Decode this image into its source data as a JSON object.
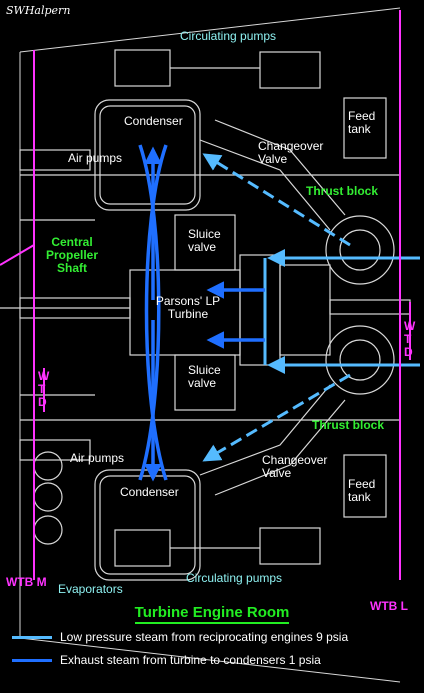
{
  "signature": "SWHalpern",
  "labels": {
    "circulating_pumps_top": "Circulating pumps",
    "circulating_pumps_bottom": "Circulating pumps",
    "condenser_top": "Condenser",
    "condenser_bottom": "Condenser",
    "feed_tank_top": "Feed tank",
    "feed_tank_bottom": "Feed tank",
    "air_pumps_top": "Air pumps",
    "air_pumps_bottom": "Air pumps",
    "changeover_valve_top": "Changeover Valve",
    "changeover_valve_bottom": "Changeover Valve",
    "thrust_block_top": "Thrust block",
    "thrust_block_bottom": "Thrust block",
    "central_propeller_shaft": "Central Propeller Shaft",
    "sluice_valve_top": "Sluice valve",
    "sluice_valve_bottom": "Sluice valve",
    "turbine": "Parsons' LP Turbine",
    "evaporators": "Evaporators",
    "wtd_left": "W T D",
    "wtd_right": "W T D",
    "wtb_m": "WTB M",
    "wtb_l": "WTB L"
  },
  "title": "Turbine Engine Room",
  "legend": [
    {
      "text": "Low pressure steam from reciprocating engines 9 psia",
      "color": "#55bbff"
    },
    {
      "text": "Exhaust steam from turbine to condensers 1 psia",
      "color": "#1f6fff"
    }
  ],
  "colors": {
    "drawing": "#d8d8d8",
    "low_pressure_steam": "#55bbff",
    "exhaust_steam": "#1f6fff",
    "bulkhead": "#ff33ff",
    "title": "#22ee22"
  }
}
